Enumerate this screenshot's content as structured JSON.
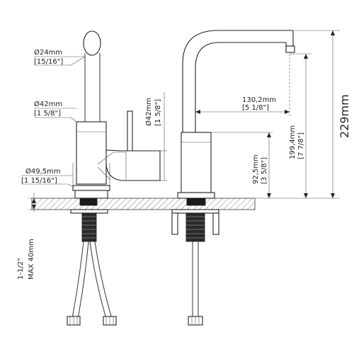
{
  "dimensions": {
    "spout_diameter_mm": "Ø24mm",
    "spout_diameter_in": "[15/16\"]",
    "body_diameter_mm": "Ø42mm",
    "body_diameter_in": "[1 5/8\"]",
    "handle_diameter_mm": "Ø42mm",
    "handle_diameter_in": "[1 5/8\"]",
    "base_diameter_mm": "Ø49,5mm",
    "base_diameter_in": "[1 15/16\"]",
    "reach_mm": "130,2mm",
    "reach_in": "[5 1/8\"]",
    "spout_height_mm": "199,4mm",
    "spout_height_in": "[7 7/8\"]",
    "body_height_mm": "92,5mm",
    "body_height_in": "[3 5/8\"]",
    "total_height": "229mm",
    "deck_thickness_in": "1-1/2\"",
    "deck_thickness_mm": "MAX 40mm"
  }
}
